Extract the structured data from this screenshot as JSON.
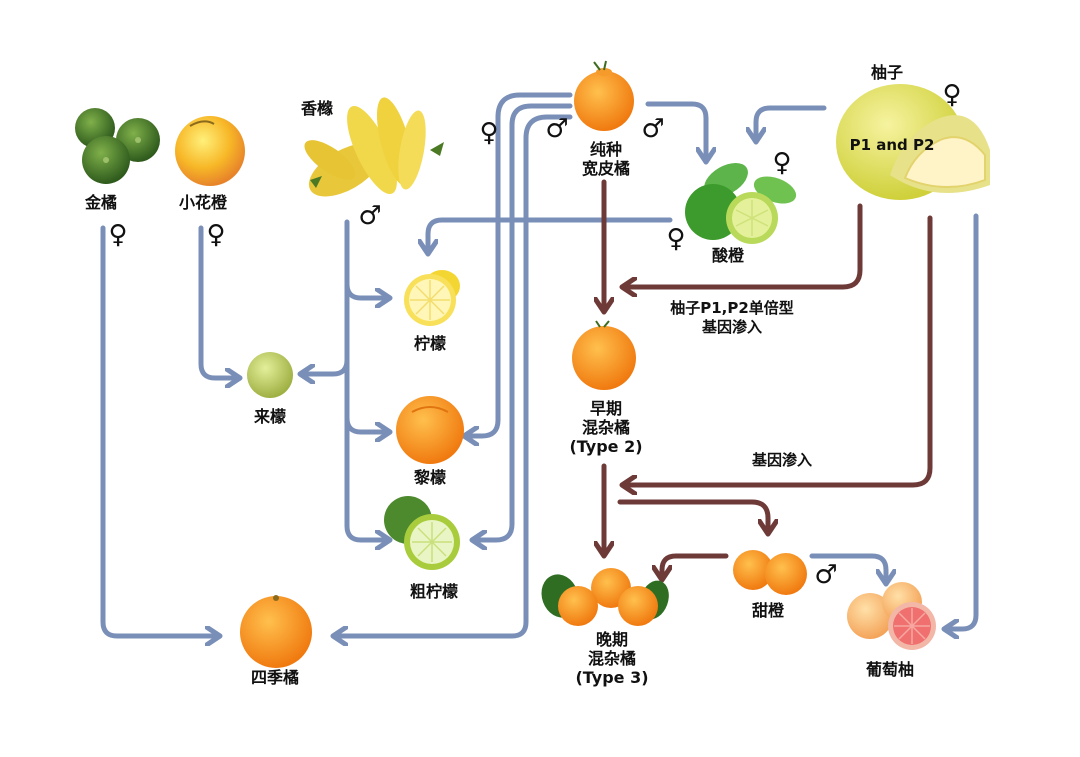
{
  "fruits": {
    "kumquat": "金橘",
    "xiaohuacheng": "小花橙",
    "citron": "香橼",
    "mandarin": "纯种\n宽皮橘",
    "pummelo": "柚子",
    "pummelo_inner": "P1 and P2",
    "sour_orange": "酸橙",
    "lemon": "柠檬",
    "lime": "来檬",
    "rough_lemon": "黎檬",
    "bergamot": "粗柠檬",
    "early_hybrid": "早期\n混杂橘\n(Type 2)",
    "late_hybrid": "晚期\n混杂橘\n(Type 3)",
    "sweet_orange": "甜橙",
    "grapefruit": "葡萄柚",
    "calamondin": "四季橘"
  },
  "annotations": {
    "introgression_p1p2": "柚子P1,P2单倍型\n基因渗入",
    "introgression": "基因渗入"
  },
  "symbols": {
    "female": "♀",
    "male": "♂"
  },
  "colors": {
    "blue_arrow": "#7a8fb8",
    "brown_arrow": "#6e3a38"
  }
}
